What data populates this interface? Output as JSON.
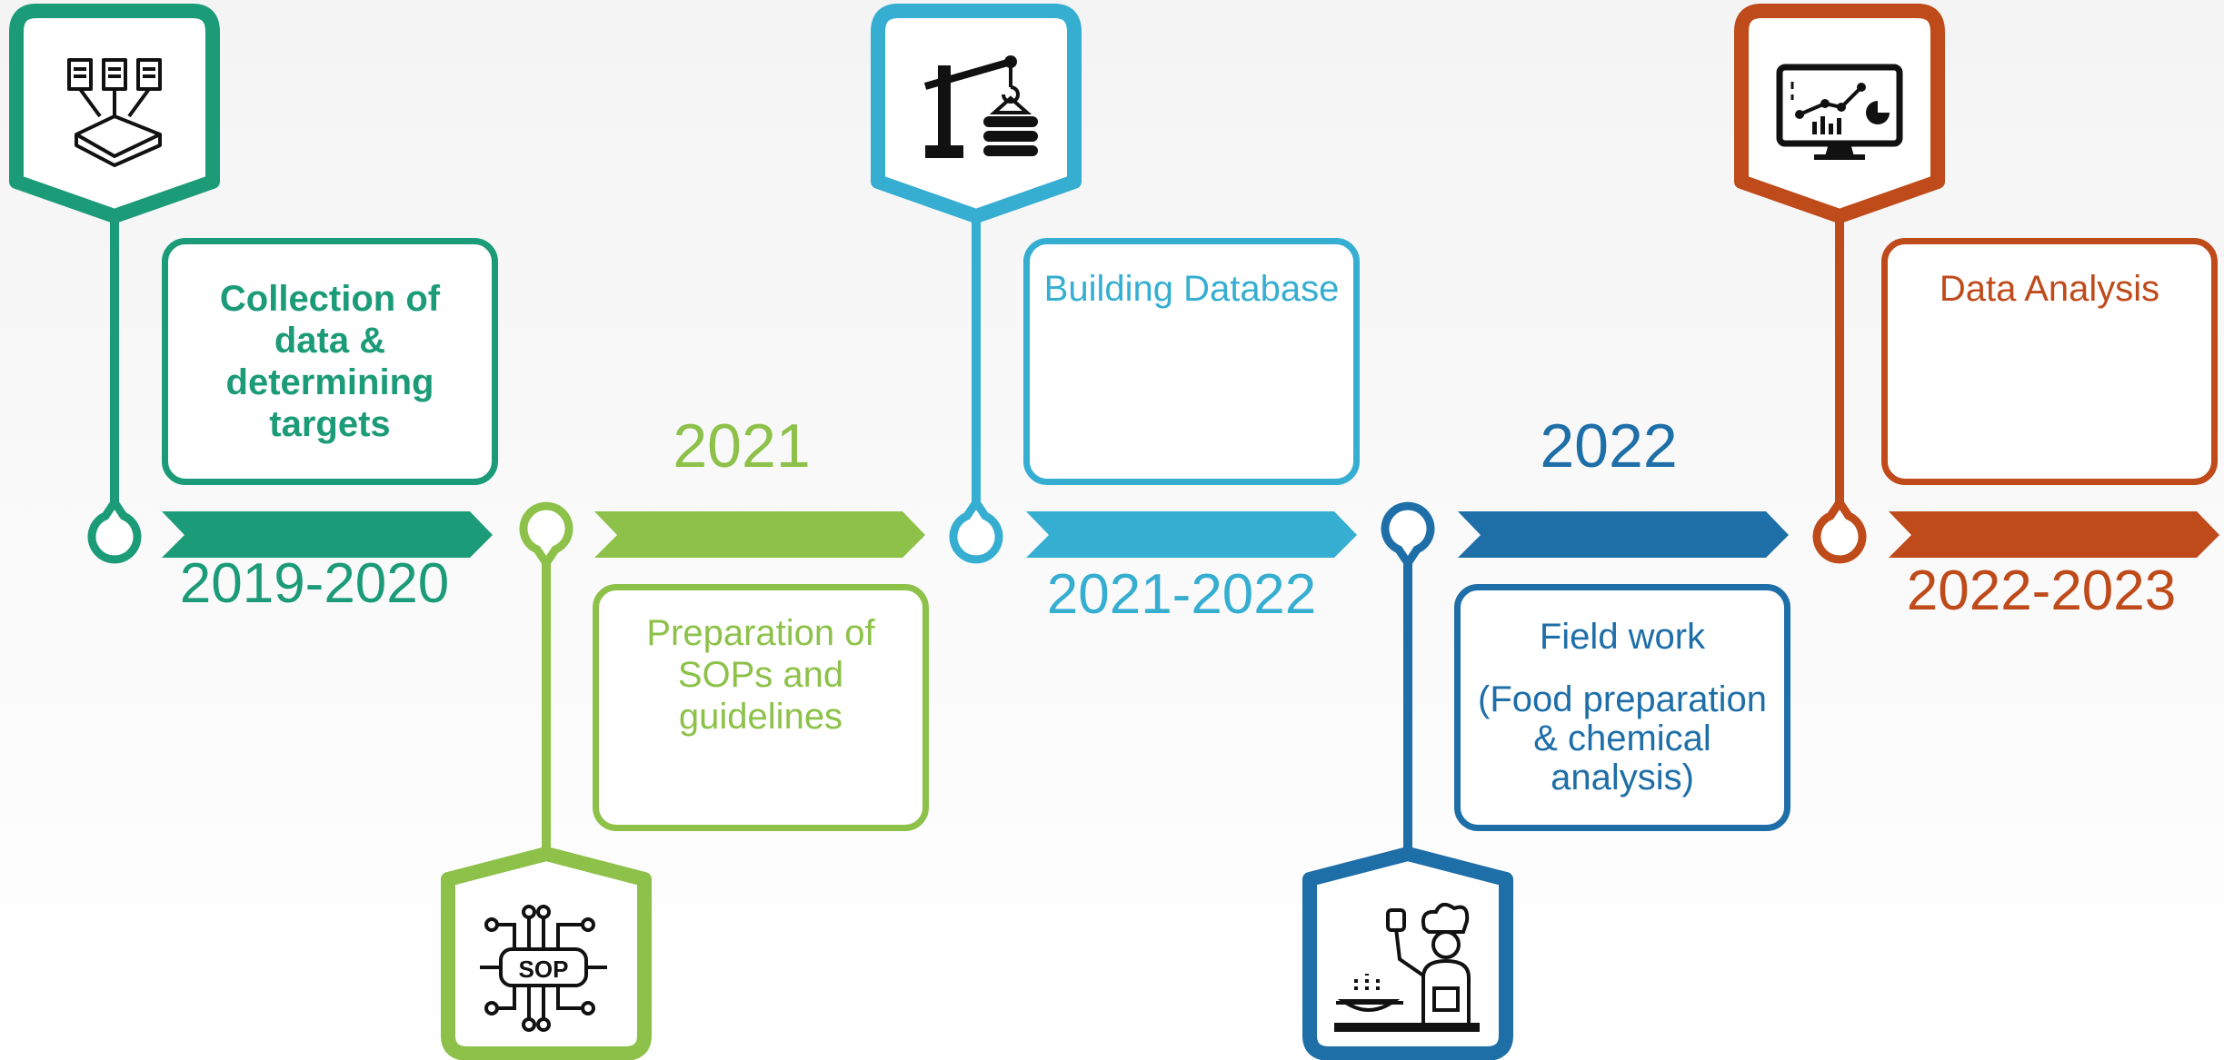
{
  "colors": {
    "green": "#1c9b78",
    "lime": "#8dc149",
    "cyan": "#35aed1",
    "blue": "#1e6ea8",
    "orange": "#bf4a1a"
  },
  "milestones": [
    {
      "id": "collection",
      "years": "2019-2020",
      "lines": [
        "Collection of",
        "data &",
        "determining",
        "targets"
      ],
      "icon": "documents-to-tray-icon"
    },
    {
      "id": "sop",
      "years": "2021",
      "lines": [
        "Preparation of",
        "SOPs and",
        "guidelines"
      ],
      "icon": "sop-circuit-icon",
      "icon_text": "SOP"
    },
    {
      "id": "database",
      "years": "2021-2022",
      "lines": [
        "Building Database"
      ],
      "icon": "crane-icon"
    },
    {
      "id": "fieldwork",
      "years": "2022",
      "lines": [
        "Field work",
        "(Food preparation",
        "& chemical",
        "analysis)"
      ],
      "icon": "chef-icon"
    },
    {
      "id": "analysis",
      "years": "2022-2023",
      "lines": [
        "Data Analysis"
      ],
      "icon": "monitor-chart-icon"
    }
  ]
}
